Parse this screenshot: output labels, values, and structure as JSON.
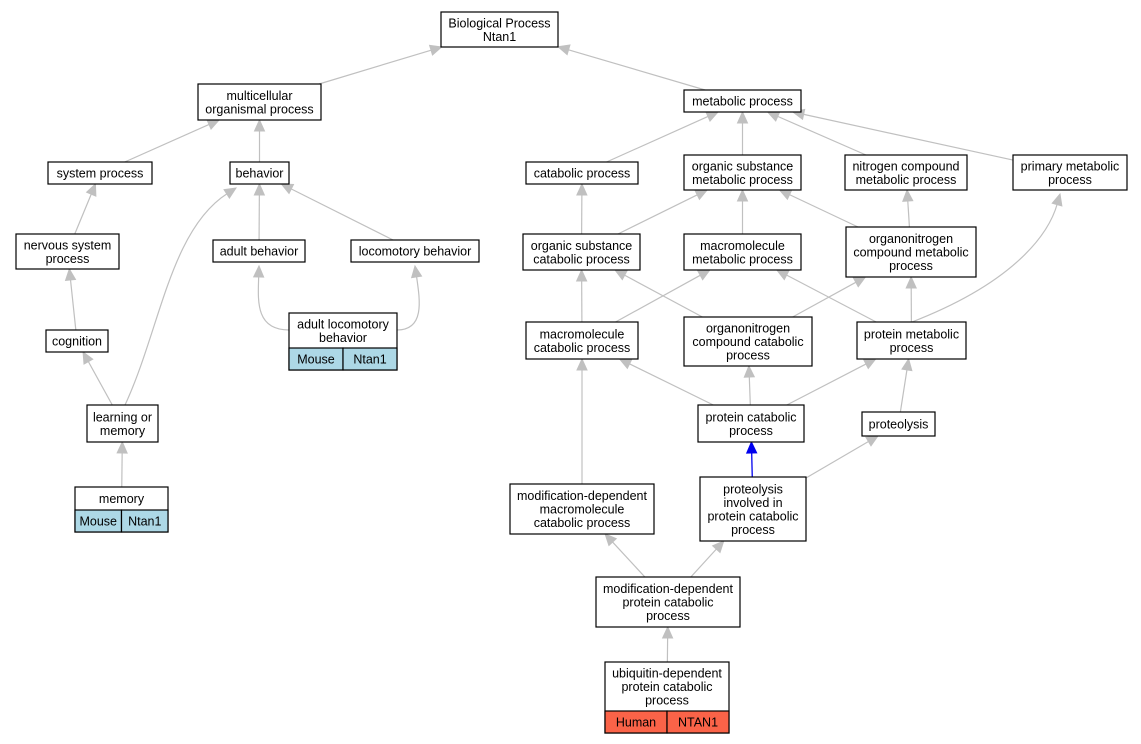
{
  "colors": {
    "edge": "#c0c0c0",
    "edge_highlight": "#0000ee",
    "mouse_cell": "#add8e6",
    "human_cell": "#fa6348"
  },
  "nodes": [
    {
      "id": "biological-process",
      "lines": [
        "Biological Process",
        "Ntan1"
      ]
    },
    {
      "id": "multicellular-organismal-process",
      "lines": [
        "multicellular",
        "organismal process"
      ]
    },
    {
      "id": "metabolic-process",
      "lines": [
        "metabolic process"
      ]
    },
    {
      "id": "system-process",
      "lines": [
        "system process"
      ]
    },
    {
      "id": "behavior",
      "lines": [
        "behavior"
      ]
    },
    {
      "id": "catabolic-process",
      "lines": [
        "catabolic process"
      ]
    },
    {
      "id": "organic-substance-metabolic-process",
      "lines": [
        "organic substance",
        "metabolic process"
      ]
    },
    {
      "id": "nitrogen-compound-metabolic-process",
      "lines": [
        "nitrogen compound",
        "metabolic process"
      ]
    },
    {
      "id": "primary-metabolic-process",
      "lines": [
        "primary metabolic",
        "process"
      ]
    },
    {
      "id": "nervous-system-process",
      "lines": [
        "nervous system",
        "process"
      ]
    },
    {
      "id": "adult-behavior",
      "lines": [
        "adult behavior"
      ]
    },
    {
      "id": "locomotory-behavior",
      "lines": [
        "locomotory behavior"
      ]
    },
    {
      "id": "organic-substance-catabolic-process",
      "lines": [
        "organic substance",
        "catabolic process"
      ]
    },
    {
      "id": "macromolecule-metabolic-process",
      "lines": [
        "macromolecule",
        "metabolic process"
      ]
    },
    {
      "id": "organonitrogen-compound-metabolic-process",
      "lines": [
        "organonitrogen",
        "compound metabolic",
        "process"
      ]
    },
    {
      "id": "adult-locomotory-behavior",
      "lines": [
        "adult locomotory",
        "behavior"
      ],
      "cells": [
        {
          "kind": "mouse",
          "text": "Mouse"
        },
        {
          "kind": "mouse",
          "text": "Ntan1"
        }
      ]
    },
    {
      "id": "cognition",
      "lines": [
        "cognition"
      ]
    },
    {
      "id": "macromolecule-catabolic-process",
      "lines": [
        "macromolecule",
        "catabolic process"
      ]
    },
    {
      "id": "organonitrogen-compound-catabolic-process",
      "lines": [
        "organonitrogen",
        "compound catabolic",
        "process"
      ]
    },
    {
      "id": "protein-metabolic-process",
      "lines": [
        "protein metabolic",
        "process"
      ]
    },
    {
      "id": "learning-or-memory",
      "lines": [
        "learning or",
        "memory"
      ]
    },
    {
      "id": "protein-catabolic-process",
      "lines": [
        "protein catabolic",
        "process"
      ]
    },
    {
      "id": "proteolysis",
      "lines": [
        "proteolysis"
      ]
    },
    {
      "id": "memory",
      "lines": [
        "memory"
      ],
      "cells": [
        {
          "kind": "mouse",
          "text": "Mouse"
        },
        {
          "kind": "mouse",
          "text": "Ntan1"
        }
      ]
    },
    {
      "id": "modification-dependent-macromolecule-catabolic-process",
      "lines": [
        "modification-dependent",
        "macromolecule",
        "catabolic process"
      ]
    },
    {
      "id": "proteolysis-involved-in-protein-catabolic-process",
      "lines": [
        "proteolysis",
        "involved in",
        "protein catabolic",
        "process"
      ]
    },
    {
      "id": "modification-dependent-protein-catabolic-process",
      "lines": [
        "modification-dependent",
        "protein catabolic",
        "process"
      ]
    },
    {
      "id": "ubiquitin-dependent-protein-catabolic-process",
      "lines": [
        "ubiquitin-dependent",
        "protein catabolic",
        "process"
      ],
      "cells": [
        {
          "kind": "human",
          "text": "Human"
        },
        {
          "kind": "human",
          "text": "NTAN1"
        }
      ]
    }
  ],
  "edges": [
    {
      "from": "multicellular-organismal-process",
      "to": "biological-process"
    },
    {
      "from": "metabolic-process",
      "to": "biological-process"
    },
    {
      "from": "system-process",
      "to": "multicellular-organismal-process"
    },
    {
      "from": "behavior",
      "to": "multicellular-organismal-process"
    },
    {
      "from": "catabolic-process",
      "to": "metabolic-process"
    },
    {
      "from": "organic-substance-metabolic-process",
      "to": "metabolic-process"
    },
    {
      "from": "nitrogen-compound-metabolic-process",
      "to": "metabolic-process"
    },
    {
      "from": "primary-metabolic-process",
      "to": "metabolic-process"
    },
    {
      "from": "nervous-system-process",
      "to": "system-process"
    },
    {
      "from": "adult-behavior",
      "to": "behavior"
    },
    {
      "from": "locomotory-behavior",
      "to": "behavior"
    },
    {
      "from": "organic-substance-catabolic-process",
      "to": "catabolic-process"
    },
    {
      "from": "organic-substance-catabolic-process",
      "to": "organic-substance-metabolic-process"
    },
    {
      "from": "macromolecule-metabolic-process",
      "to": "organic-substance-metabolic-process"
    },
    {
      "from": "organonitrogen-compound-metabolic-process",
      "to": "organic-substance-metabolic-process"
    },
    {
      "from": "organonitrogen-compound-metabolic-process",
      "to": "nitrogen-compound-metabolic-process"
    },
    {
      "from": "adult-locomotory-behavior",
      "to": "adult-behavior"
    },
    {
      "from": "adult-locomotory-behavior",
      "to": "locomotory-behavior"
    },
    {
      "from": "cognition",
      "to": "nervous-system-process"
    },
    {
      "from": "learning-or-memory",
      "to": "cognition"
    },
    {
      "from": "learning-or-memory",
      "to": "behavior"
    },
    {
      "from": "memory",
      "to": "learning-or-memory"
    },
    {
      "from": "macromolecule-catabolic-process",
      "to": "organic-substance-catabolic-process"
    },
    {
      "from": "macromolecule-catabolic-process",
      "to": "macromolecule-metabolic-process"
    },
    {
      "from": "organonitrogen-compound-catabolic-process",
      "to": "organic-substance-catabolic-process"
    },
    {
      "from": "organonitrogen-compound-catabolic-process",
      "to": "organonitrogen-compound-metabolic-process"
    },
    {
      "from": "protein-metabolic-process",
      "to": "macromolecule-metabolic-process"
    },
    {
      "from": "protein-metabolic-process",
      "to": "organonitrogen-compound-metabolic-process"
    },
    {
      "from": "protein-metabolic-process",
      "to": "primary-metabolic-process"
    },
    {
      "from": "protein-catabolic-process",
      "to": "macromolecule-catabolic-process"
    },
    {
      "from": "protein-catabolic-process",
      "to": "organonitrogen-compound-catabolic-process"
    },
    {
      "from": "protein-catabolic-process",
      "to": "protein-metabolic-process"
    },
    {
      "from": "proteolysis",
      "to": "protein-metabolic-process"
    },
    {
      "from": "modification-dependent-macromolecule-catabolic-process",
      "to": "macromolecule-catabolic-process"
    },
    {
      "from": "proteolysis-involved-in-protein-catabolic-process",
      "to": "protein-catabolic-process",
      "highlight": true
    },
    {
      "from": "proteolysis-involved-in-protein-catabolic-process",
      "to": "proteolysis"
    },
    {
      "from": "modification-dependent-protein-catabolic-process",
      "to": "modification-dependent-macromolecule-catabolic-process"
    },
    {
      "from": "modification-dependent-protein-catabolic-process",
      "to": "proteolysis-involved-in-protein-catabolic-process"
    },
    {
      "from": "ubiquitin-dependent-protein-catabolic-process",
      "to": "modification-dependent-protein-catabolic-process"
    }
  ]
}
